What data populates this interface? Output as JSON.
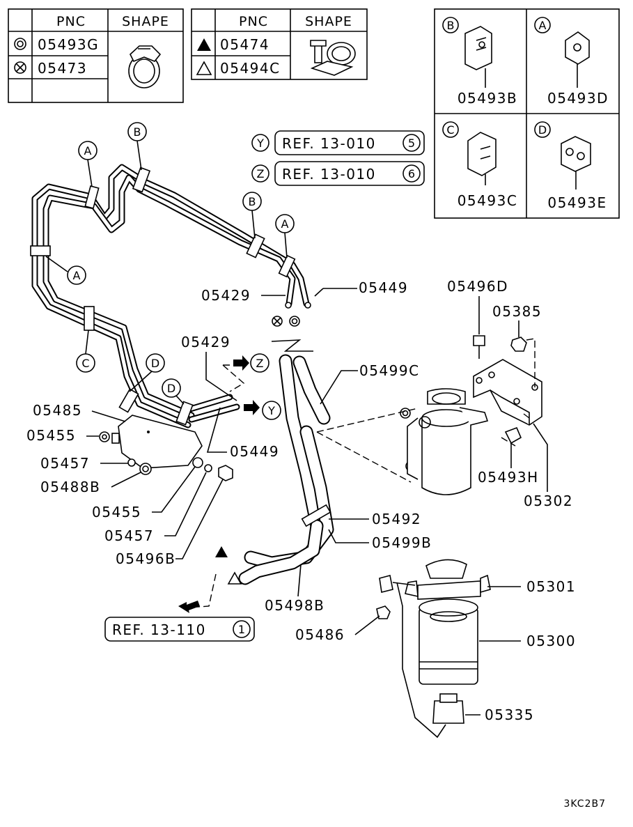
{
  "legend_table_1": {
    "headers": [
      "PNC",
      "SHAPE"
    ],
    "rows": [
      {
        "symbol": "double-circle-icon",
        "pnc": "05493G"
      },
      {
        "symbol": "circle-x-icon",
        "pnc": "05473"
      },
      {
        "symbol": "",
        "pnc": ""
      }
    ]
  },
  "legend_table_2": {
    "headers": [
      "PNC",
      "SHAPE"
    ],
    "rows": [
      {
        "symbol": "filled-triangle-icon",
        "pnc": "05474"
      },
      {
        "symbol": "outline-triangle-icon",
        "pnc": "05494C"
      }
    ]
  },
  "clip_box": [
    {
      "letter": "B",
      "pnc": "05493B"
    },
    {
      "letter": "A",
      "pnc": "05493D"
    },
    {
      "letter": "C",
      "pnc": "05493C"
    },
    {
      "letter": "D",
      "pnc": "05493E"
    }
  ],
  "references": {
    "y": {
      "letter": "Y",
      "text": "REF. 13-010",
      "num": "5"
    },
    "z": {
      "letter": "Z",
      "text": "REF. 13-010",
      "num": "6"
    },
    "bottom": {
      "text": "REF. 13-110",
      "num": "1"
    }
  },
  "callouts": {
    "a1": "A",
    "a2": "A",
    "a3": "A",
    "b1": "B",
    "b2": "B",
    "c1": "C",
    "d1": "D",
    "d2": "D",
    "z_mark": "Z",
    "y_mark": "Y"
  },
  "part_labels": {
    "p05429_top": "05429",
    "p05449_top": "05449",
    "p05429_mid": "05429",
    "p05499C": "05499C",
    "p05485": "05485",
    "p05455_left": "05455",
    "p05457_left": "05457",
    "p05488B": "05488B",
    "p05449_mid": "05449",
    "p05455_mid": "05455",
    "p05457_mid": "05457",
    "p05496B": "05496B",
    "p05492": "05492",
    "p05499B": "05499B",
    "p05498B": "05498B",
    "p05496D": "05496D",
    "p05385": "05385",
    "p05493H": "05493H",
    "p05302": "05302",
    "p05301": "05301",
    "p05300": "05300",
    "p05486": "05486",
    "p05335": "05335"
  },
  "diagram_code": "3KC2B7"
}
